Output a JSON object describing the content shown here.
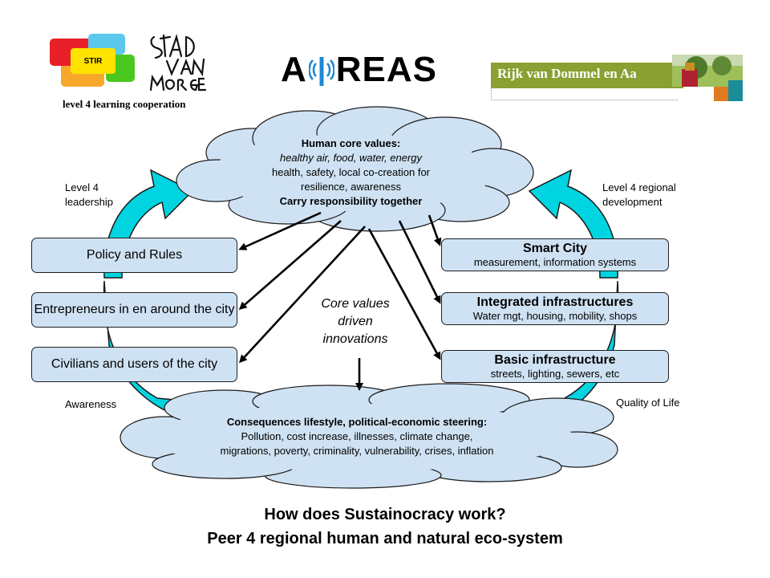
{
  "logos": {
    "stir_text": "STIR",
    "caption": "level 4 learning cooperation",
    "areas_left": "A",
    "areas_right": "REAS",
    "rvd_text": "Rijk van Dommel en Aa"
  },
  "top_cloud": {
    "title": "Human core values:",
    "line1": "healthy air, food, water, energy",
    "line2": "health, safety, local co-creation for",
    "line3": "resilience, awareness",
    "line4": "Carry responsibility together"
  },
  "bottom_cloud": {
    "title": "Consequences lifestyle, political-economic steering:",
    "line1": "Pollution, cost increase, illnesses, climate change,",
    "line2": "migrations, poverty, criminality, vulnerability, crises, inflation"
  },
  "left_boxes": [
    {
      "label": "Policy and Rules"
    },
    {
      "label": "Entrepreneurs in en around the city"
    },
    {
      "label": "Civilians and users of the city"
    }
  ],
  "right_boxes": [
    {
      "title": "Smart City",
      "sub": "measurement, information systems"
    },
    {
      "title": "Integrated infrastructures",
      "sub": "Water mgt, housing, mobility, shops"
    },
    {
      "title": "Basic infrastructure",
      "sub": "streets, lighting, sewers, etc"
    }
  ],
  "center_text": {
    "line1": "Core values",
    "line2": "driven",
    "line3": "innovations"
  },
  "labels": {
    "top_left_1": "Level 4",
    "top_left_2": "leadership",
    "top_right_1": "Level 4 regional",
    "top_right_2": "development",
    "bottom_left": "Awareness",
    "bottom_right": "Quality of Life"
  },
  "footer": {
    "line1": "How does Sustainocracy work?",
    "line2": "Peer 4 regional human and natural eco-system"
  },
  "colors": {
    "box_fill": "#cfe2f3",
    "cyan_arrow": "#00d4e0",
    "stir_red": "#e8202a",
    "stir_yellow": "#ffe300",
    "stir_green": "#49c81f",
    "stir_orange": "#f7a82a",
    "stir_cyan": "#5cc9ec",
    "rvd_green": "#8aa032"
  }
}
